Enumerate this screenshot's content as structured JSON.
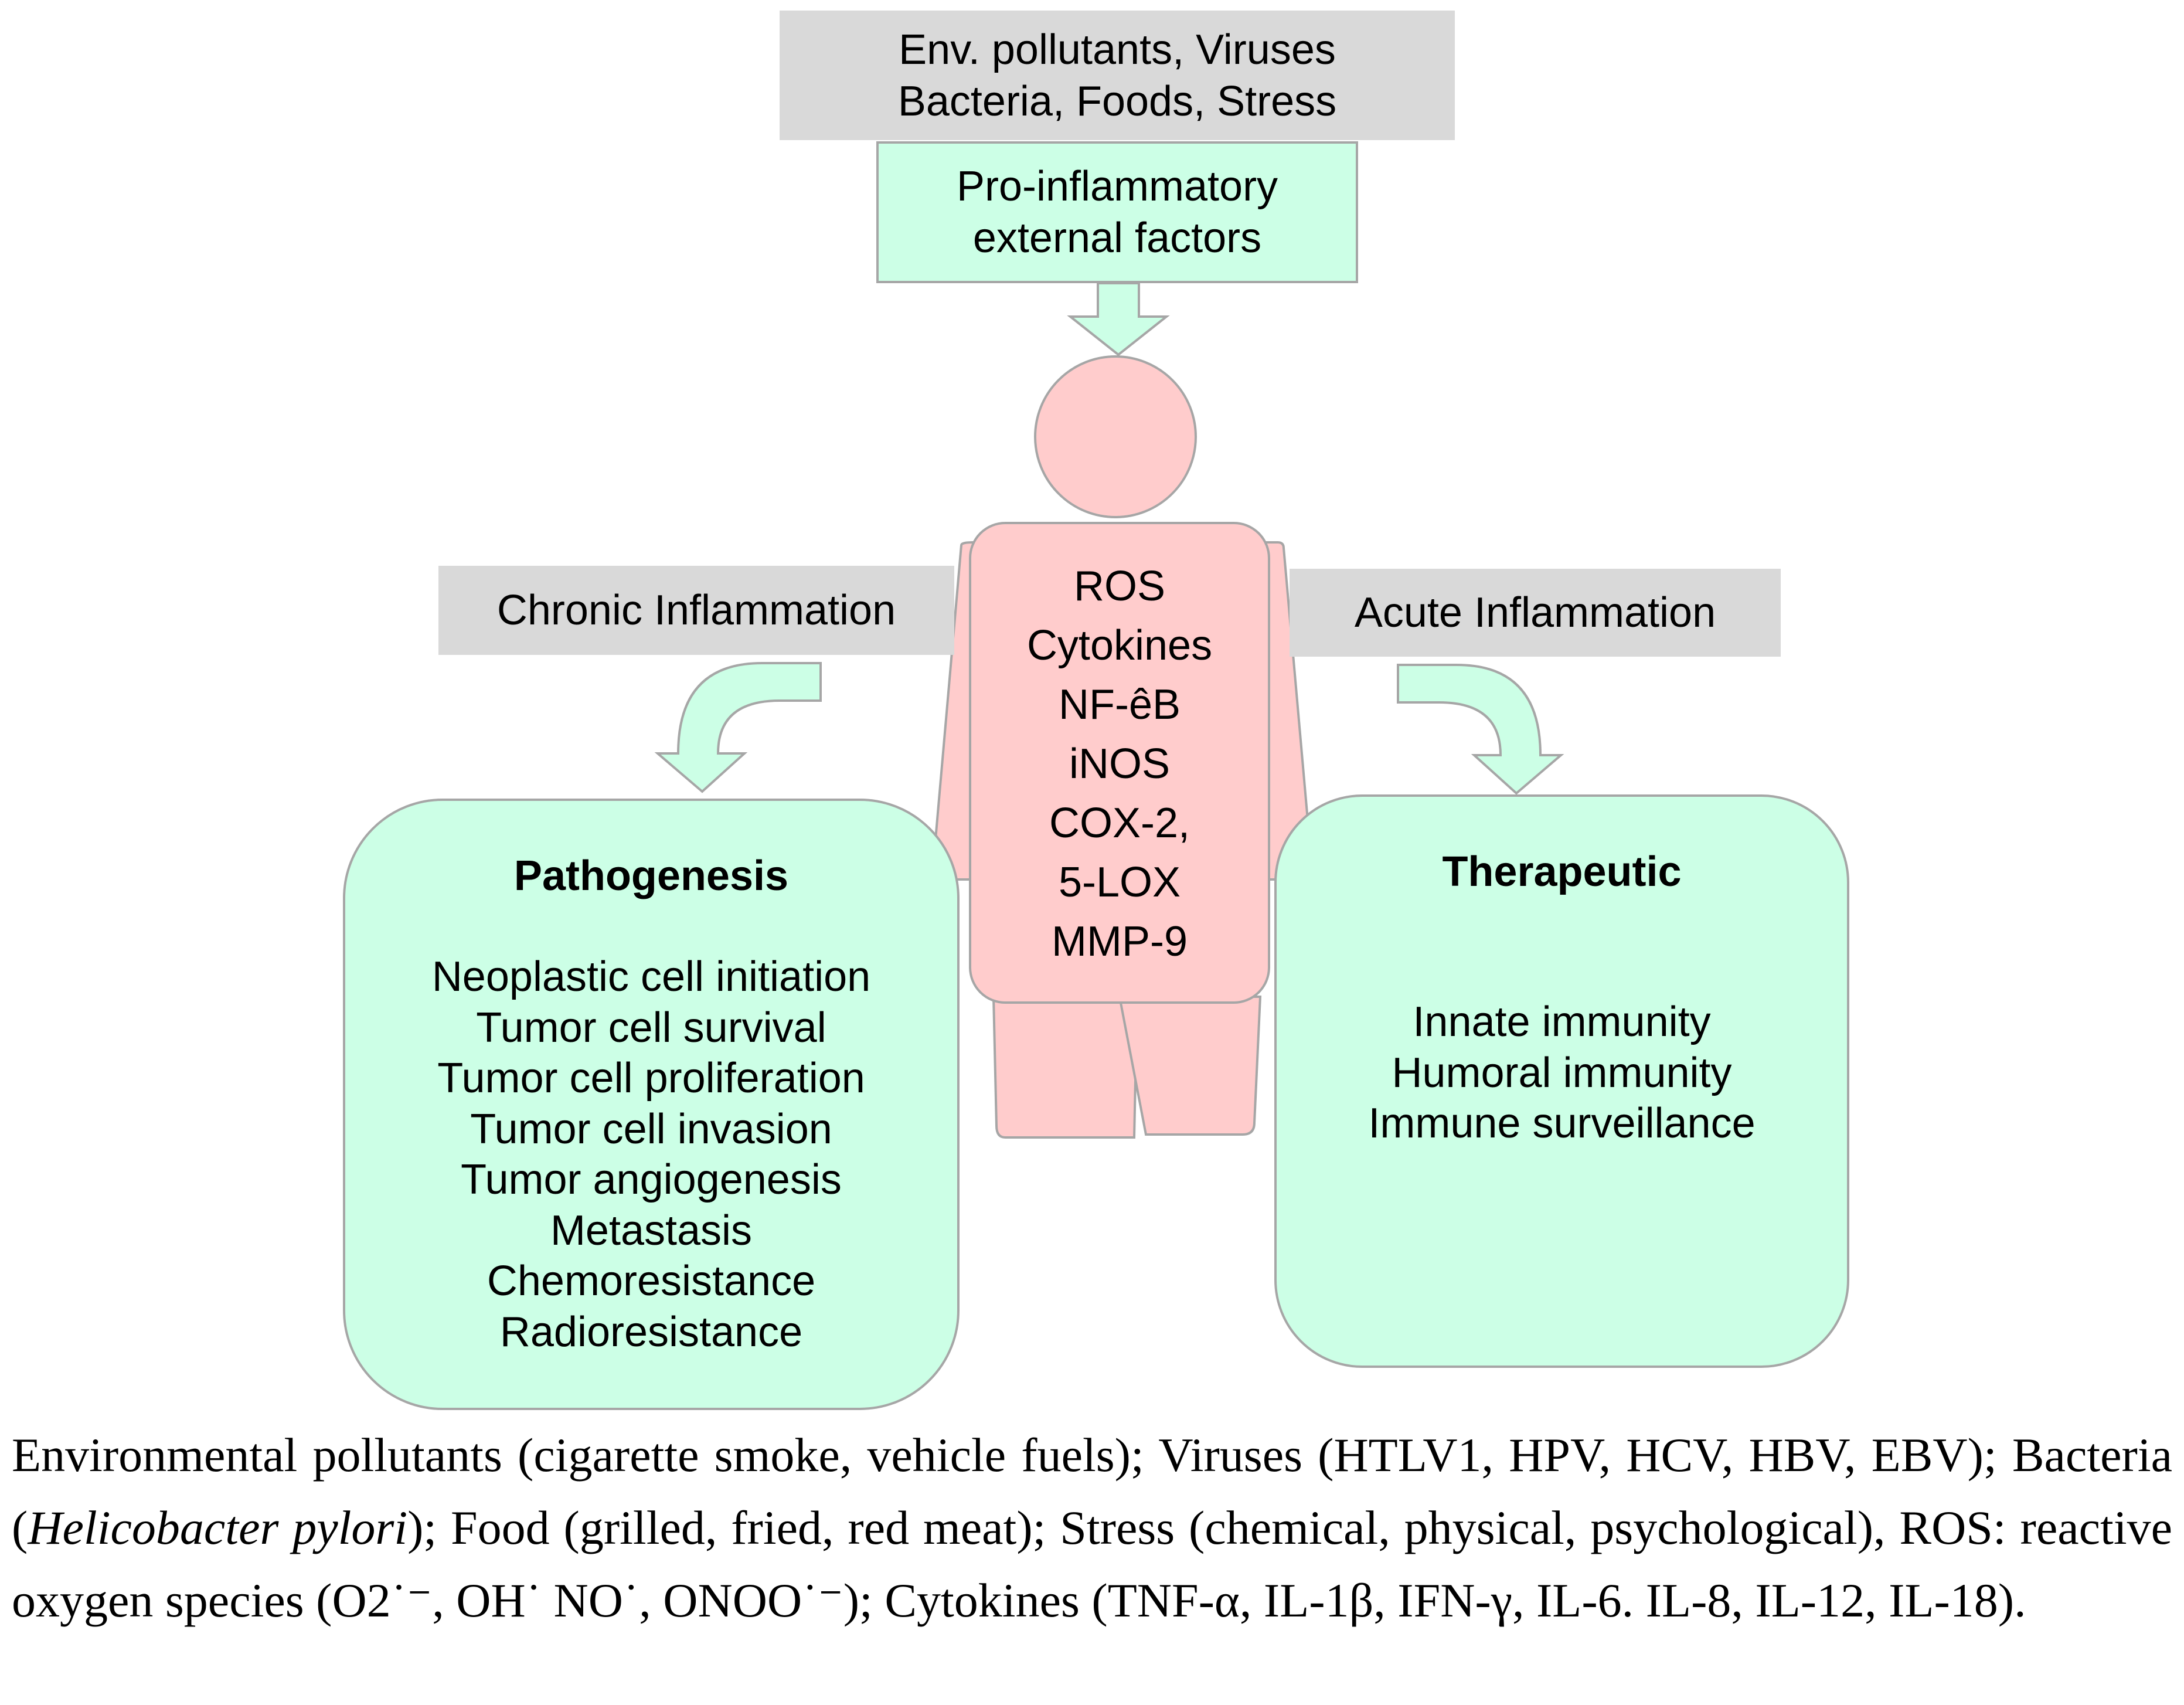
{
  "top_box": {
    "line1": "Env. pollutants, Viruses",
    "line2": "Bacteria, Foods, Stress"
  },
  "pro_box": {
    "line1": "Pro-inflammatory",
    "line2": "external factors"
  },
  "chronic_label": "Chronic Inflammation",
  "acute_label": "Acute Inflammation",
  "body_items": [
    "ROS",
    "Cytokines",
    "NF-êB",
    "iNOS",
    "COX-2,",
    "5-LOX",
    "MMP-9"
  ],
  "pathogenesis": {
    "title": "Pathogenesis",
    "items": [
      "Neoplastic cell initiation",
      "Tumor cell survival",
      "Tumor cell proliferation",
      "Tumor cell invasion",
      "Tumor angiogenesis",
      "Metastasis",
      "Chemoresistance",
      "Radioresistance"
    ]
  },
  "therapeutic": {
    "title": "Therapeutic",
    "items": [
      "Innate immunity",
      "Humoral immunity",
      "Immune surveillance"
    ]
  },
  "caption": {
    "part1": "Environmental pollutants (cigarette smoke, vehicle fuels); Viruses (HTLV1, HPV, HCV, HBV, EBV); Bacteria (",
    "italic": "Helicobacter pylori",
    "part2": "); Food (grilled, fried, red meat); Stress (chemical, physical, psychological), ROS: reactive oxygen species (O2˙⁻, OH˙ NO˙, ONOO˙⁻); Cytokines (TNF-α, IL-1β, IFN-γ, IL-6. IL-8, IL-12, IL-18)."
  },
  "colors": {
    "green": "#ccffe6",
    "gray": "#d9d9d9",
    "pink": "#ffcccc",
    "border": "#a6a6a6"
  }
}
